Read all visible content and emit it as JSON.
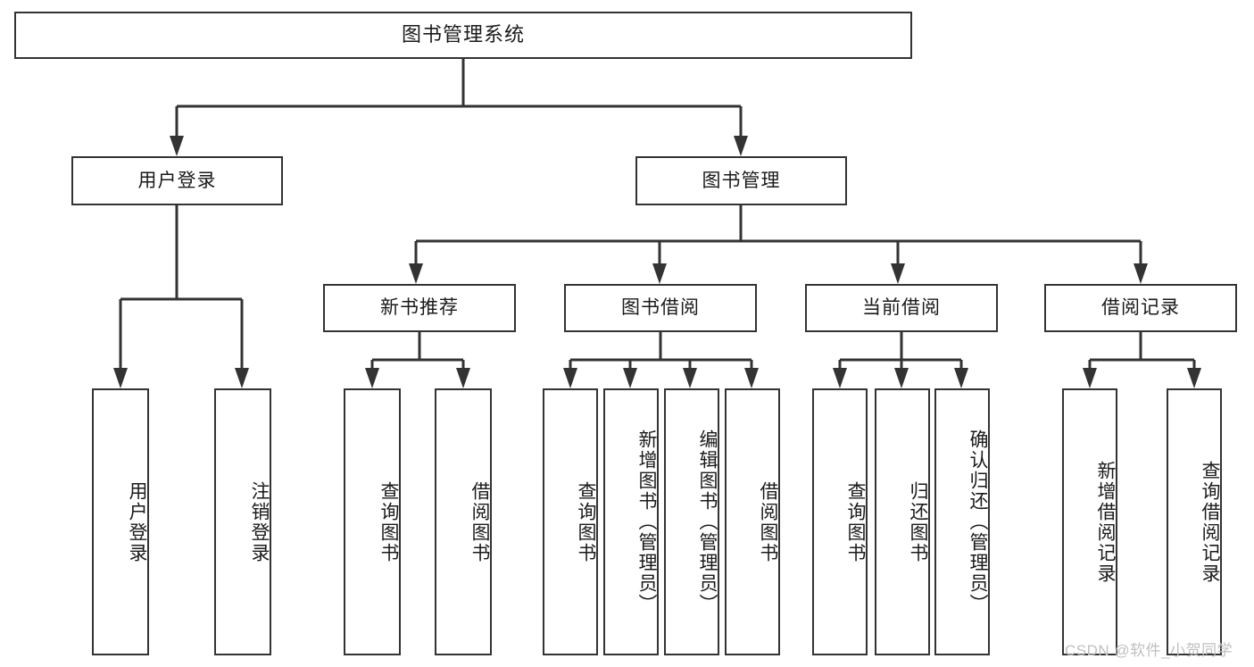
{
  "diagram": {
    "type": "tree",
    "title": "图书管理系统",
    "root": {
      "label": "图书管理系统"
    },
    "level1": [
      {
        "label": "用户登录"
      },
      {
        "label": "图书管理"
      }
    ],
    "level2": [
      {
        "label": "新书推荐"
      },
      {
        "label": "图书借阅"
      },
      {
        "label": "当前借阅"
      },
      {
        "label": "借阅记录"
      }
    ],
    "leaves": {
      "user_login": [
        {
          "label": "用户登录"
        },
        {
          "label": "注销登录"
        }
      ],
      "new_book_recommend": [
        {
          "label": "查询图书"
        },
        {
          "label": "借阅图书"
        }
      ],
      "book_borrow": [
        {
          "label": "查询图书"
        },
        {
          "label": "新增图书（管理员）"
        },
        {
          "label": "编辑图书（管理员）"
        },
        {
          "label": "借阅图书"
        }
      ],
      "current_borrow": [
        {
          "label": "查询图书"
        },
        {
          "label": "归还图书"
        },
        {
          "label": "确认归还（管理员）"
        }
      ],
      "borrow_record": [
        {
          "label": "新增借阅记录"
        },
        {
          "label": "查询借阅记录"
        }
      ]
    }
  },
  "watermark": {
    "text": "CSDN @软件_小贺同学"
  },
  "colors": {
    "stroke": "#333333",
    "background": "#ffffff",
    "text": "#1a1a1a",
    "watermark": "#bfbfbf"
  }
}
